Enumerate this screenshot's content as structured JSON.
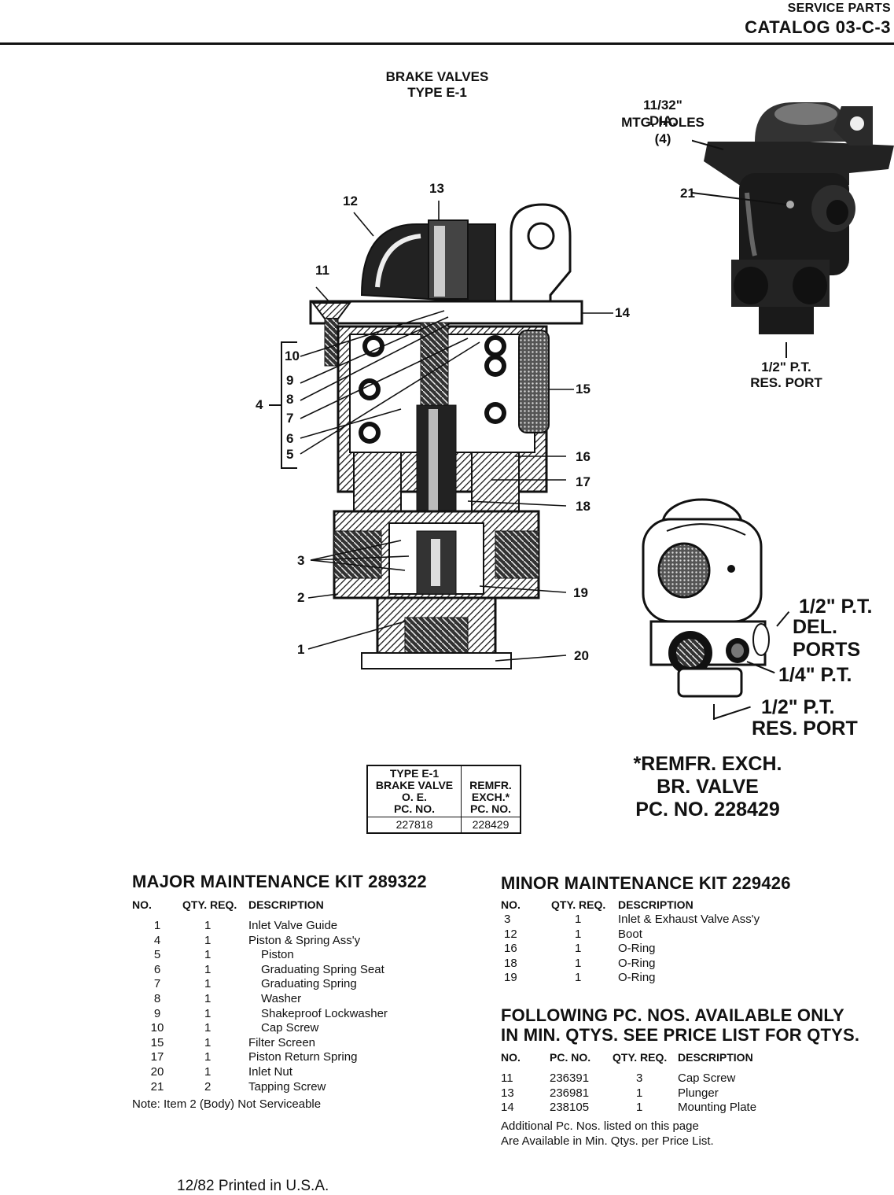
{
  "header": {
    "line1": "SERVICE PARTS",
    "line2": "CATALOG 03-C-3"
  },
  "diagram": {
    "title1": "BRAKE VALVES",
    "title2": "TYPE E-1",
    "callouts": [
      "1",
      "2",
      "3",
      "4",
      "5",
      "6",
      "7",
      "8",
      "9",
      "10",
      "11",
      "12",
      "13",
      "14",
      "15",
      "16",
      "17",
      "18",
      "19",
      "20",
      "21"
    ]
  },
  "photo_top": {
    "mtg_line1": "11/32\" DIA.",
    "mtg_line2": "MTG. HOLES",
    "mtg_line3": "(4)",
    "callout": "21",
    "res_line1": "1/2\" P.T.",
    "res_line2": "RES. PORT"
  },
  "photo_bottom": {
    "del_line1": "1/2\" P.T.",
    "del_line2": "DEL. PORTS",
    "quarter": "1/4\" P.T.",
    "res_line1": "1/2\" P.T.",
    "res_line2": "RES. PORT"
  },
  "remfr": {
    "line1": "*REMFR. EXCH.",
    "line2": "BR. VALVE",
    "line3": "PC. NO. 228429"
  },
  "pc_table": {
    "col1": [
      "TYPE E-1",
      "BRAKE VALVE",
      "O. E.",
      "PC. NO."
    ],
    "col2": [
      "REMFR.",
      "EXCH.*",
      "PC. NO."
    ],
    "row": [
      "227818",
      "228429"
    ]
  },
  "major_kit": {
    "title": "MAJOR MAINTENANCE KIT 289322",
    "headers": [
      "NO.",
      "QTY. REQ.",
      "DESCRIPTION"
    ],
    "rows": [
      {
        "no": "1",
        "qty": "1",
        "desc": "Inlet Valve Guide",
        "indent": false
      },
      {
        "no": "4",
        "qty": "1",
        "desc": "Piston & Spring Ass'y",
        "indent": false
      },
      {
        "no": "5",
        "qty": "1",
        "desc": "Piston",
        "indent": true
      },
      {
        "no": "6",
        "qty": "1",
        "desc": "Graduating Spring Seat",
        "indent": true
      },
      {
        "no": "7",
        "qty": "1",
        "desc": "Graduating Spring",
        "indent": true
      },
      {
        "no": "8",
        "qty": "1",
        "desc": "Washer",
        "indent": true
      },
      {
        "no": "9",
        "qty": "1",
        "desc": "Shakeproof Lockwasher",
        "indent": true
      },
      {
        "no": "10",
        "qty": "1",
        "desc": "Cap Screw",
        "indent": true
      },
      {
        "no": "15",
        "qty": "1",
        "desc": "Filter Screen",
        "indent": false
      },
      {
        "no": "17",
        "qty": "1",
        "desc": "Piston Return Spring",
        "indent": false
      },
      {
        "no": "20",
        "qty": "1",
        "desc": "Inlet Nut",
        "indent": false
      },
      {
        "no": "21",
        "qty": "2",
        "desc": "Tapping Screw",
        "indent": false
      }
    ],
    "note": "Note: Item 2 (Body) Not Serviceable"
  },
  "minor_kit": {
    "title": "MINOR MAINTENANCE KIT 229426",
    "headers": [
      "NO.",
      "QTY. REQ.",
      "DESCRIPTION"
    ],
    "rows": [
      {
        "no": "3",
        "qty": "1",
        "desc": "Inlet & Exhaust Valve Ass'y"
      },
      {
        "no": "12",
        "qty": "1",
        "desc": "Boot"
      },
      {
        "no": "16",
        "qty": "1",
        "desc": "O-Ring"
      },
      {
        "no": "18",
        "qty": "1",
        "desc": "O-Ring"
      },
      {
        "no": "19",
        "qty": "1",
        "desc": "O-Ring"
      }
    ]
  },
  "following": {
    "title1": "FOLLOWING PC. NOS. AVAILABLE ONLY",
    "title2": "IN MIN. QTYS. SEE PRICE LIST FOR QTYS.",
    "headers": [
      "NO.",
      "PC. NO.",
      "QTY. REQ.",
      "DESCRIPTION"
    ],
    "rows": [
      {
        "no": "11",
        "pc": "236391",
        "qty": "3",
        "desc": "Cap Screw"
      },
      {
        "no": "13",
        "pc": "236981",
        "qty": "1",
        "desc": "Plunger"
      },
      {
        "no": "14",
        "pc": "238105",
        "qty": "1",
        "desc": "Mounting Plate"
      }
    ],
    "note1": "Additional Pc. Nos. listed on this page",
    "note2": "Are Available in Min. Qtys. per Price List."
  },
  "footer": "12/82 Printed in U.S.A."
}
